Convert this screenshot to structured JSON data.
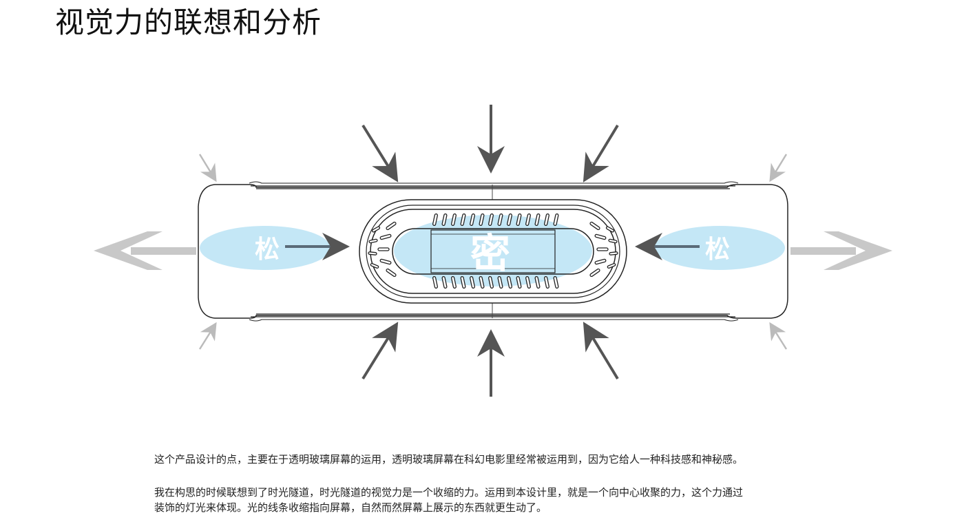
{
  "page": {
    "title": "视觉力的联想和分析"
  },
  "diagram": {
    "left_label": "松",
    "center_label": "密",
    "right_label": "松",
    "colors": {
      "glow": "#c4e7f6",
      "arrow_dark": "#555555",
      "arrow_light": "#c8c8c8",
      "outline": "#222222"
    }
  },
  "description": {
    "paragraph_1": "这个产品设计的点，主要在于透明玻璃屏幕的运用，透明玻璃屏幕在科幻电影里经常被运用到，因为它给人一种科技感和神秘感。",
    "paragraph_2_line_1": "我在构思的时候联想到了时光隧道，时光隧道的视觉力是一个收缩的力。运用到本设计里，就是一个向中心收聚的力，这个力通过",
    "paragraph_2_line_2": "装饰的灯光来体现。光的线条收缩指向屏幕，自然而然屏幕上展示的东西就更生动了。"
  }
}
